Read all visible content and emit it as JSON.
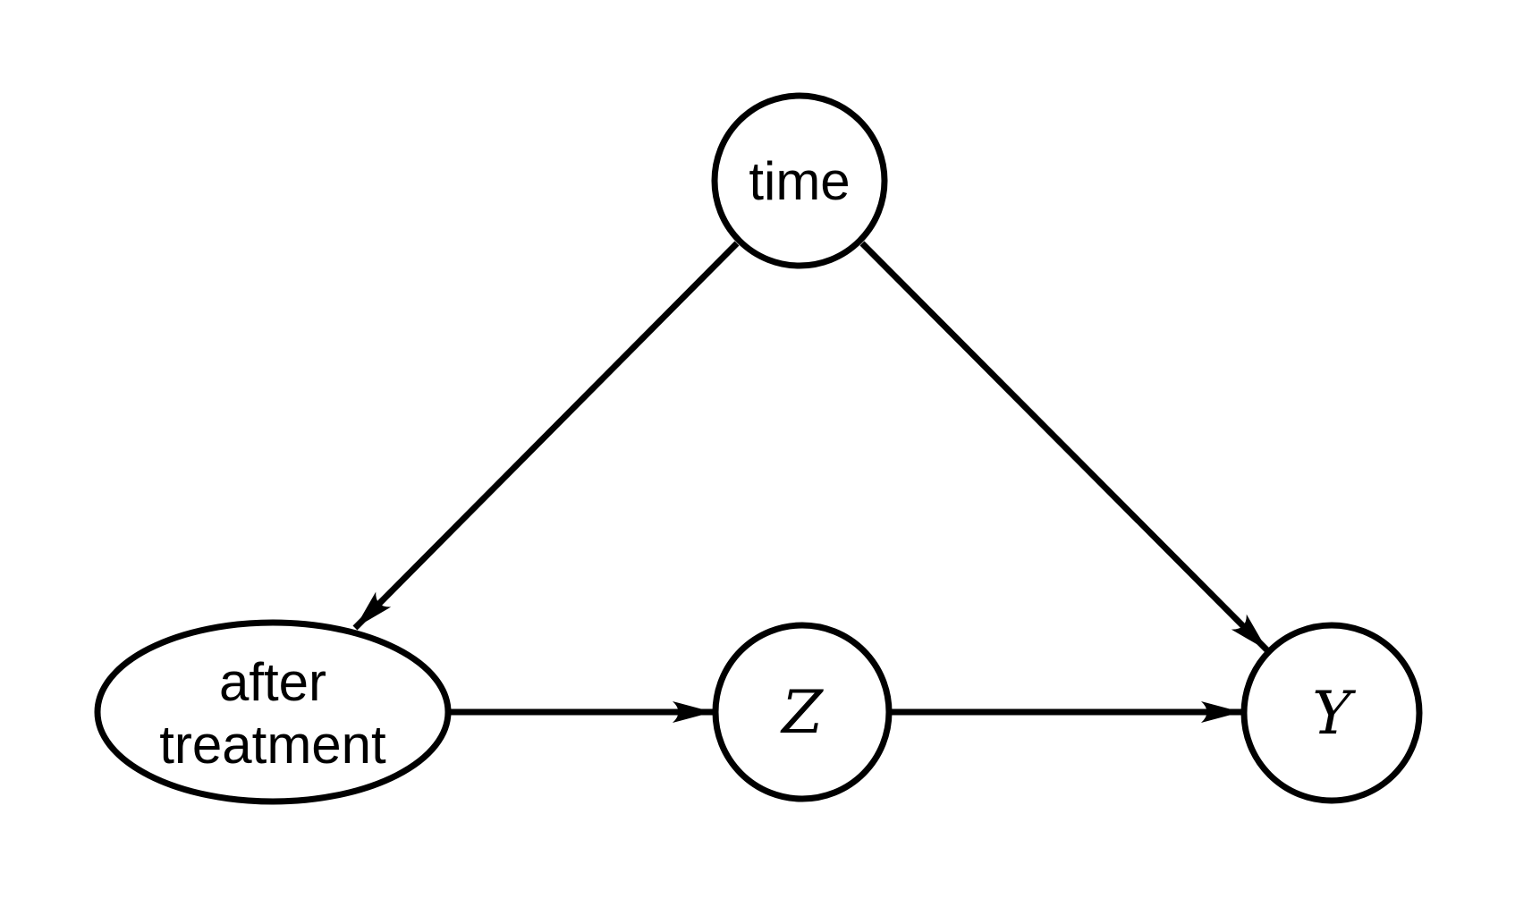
{
  "diagram": {
    "type": "causal-dag",
    "background_color": "#ffffff",
    "stroke_color": "#000000",
    "nodes": [
      {
        "id": "time",
        "label": "time",
        "shape": "circle"
      },
      {
        "id": "after-treatment",
        "label_lines": [
          "after",
          "treatment"
        ],
        "shape": "ellipse"
      },
      {
        "id": "z",
        "label": "Z",
        "shape": "circle"
      },
      {
        "id": "y",
        "label": "Y",
        "shape": "circle"
      }
    ],
    "edges": [
      {
        "from": "time",
        "to": "after-treatment",
        "directed": true
      },
      {
        "from": "time",
        "to": "y",
        "directed": true
      },
      {
        "from": "after-treatment",
        "to": "z",
        "directed": true
      },
      {
        "from": "z",
        "to": "y",
        "directed": true
      }
    ]
  }
}
